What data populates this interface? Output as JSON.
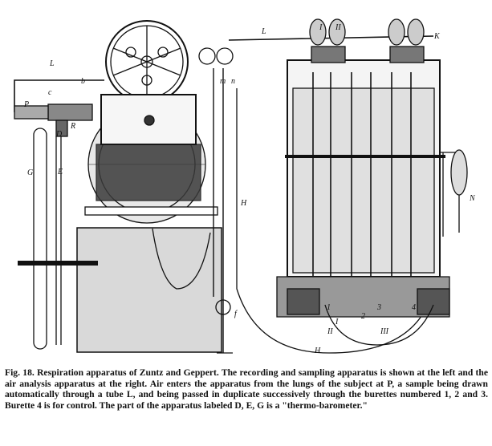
{
  "figure": {
    "labels": {
      "L_top": "L",
      "L_left": "L",
      "P": "P",
      "R": "R",
      "D": "D",
      "E": "E",
      "G": "G",
      "H_mid": "H",
      "H_bottom": "H",
      "N": "N",
      "K": "K",
      "m": "m",
      "n": "n",
      "b": "b",
      "c": "c",
      "I": "I",
      "II": "II",
      "f": "f",
      "burette_1": "1",
      "burette_2": "2",
      "burette_3": "3",
      "burette_4": "4",
      "I_bottom": "I",
      "II_bottom": "II",
      "III_bottom": "III"
    }
  },
  "caption": {
    "fig_number": "Fig. 18.",
    "text": "Respiration apparatus of Zuntz and Geppert. The recording and sampling apparatus is shown at the left and the air analysis apparatus at the right. Air enters the apparatus from the lungs of the subject at P, a sample being drawn automatically through a tube L, and being passed in duplicate successively through the burettes numbered 1, 2 and 3. Burette 4 is for control. The part of the apparatus labeled D, E, G is a \"thermo-barometer.\""
  }
}
